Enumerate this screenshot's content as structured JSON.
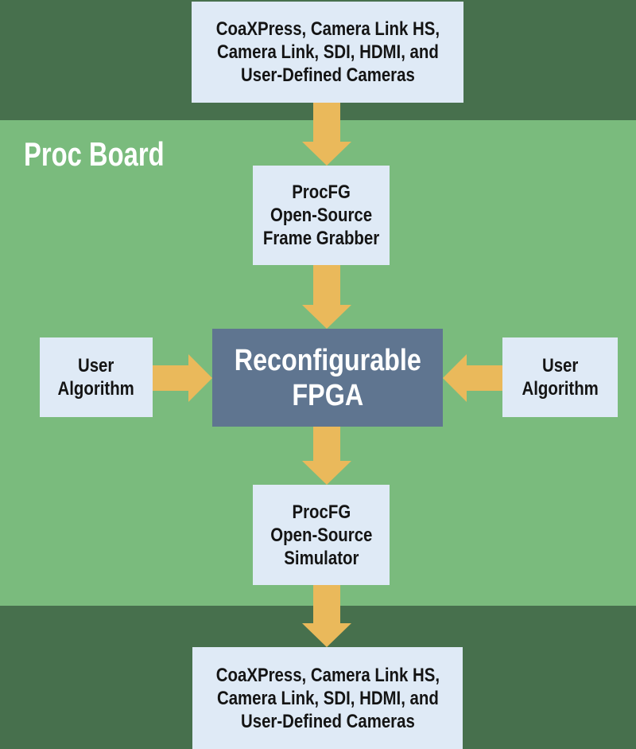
{
  "region": {
    "label": "Proc Board"
  },
  "boxes": {
    "cameras_top": {
      "lines": [
        "CoaXPress, Camera Link HS,",
        "Camera Link, SDI, HDMI, and",
        "User-Defined Cameras"
      ]
    },
    "frame_grabber": {
      "lines": [
        "ProcFG",
        "Open-Source",
        "Frame Grabber"
      ]
    },
    "user_algorithm_left": {
      "lines": [
        "User",
        "Algorithm"
      ]
    },
    "fpga": {
      "lines": [
        "Reconfigurable",
        "FPGA"
      ]
    },
    "user_algorithm_right": {
      "lines": [
        "User",
        "Algorithm"
      ]
    },
    "simulator": {
      "lines": [
        "ProcFG",
        "Open-Source",
        "Simulator"
      ]
    },
    "cameras_bottom": {
      "lines": [
        "CoaXPress, Camera Link HS,",
        "Camera Link, SDI, HDMI, and",
        "User-Defined Cameras"
      ]
    }
  },
  "colors": {
    "dark_green": "#47704d",
    "light_green": "#7abb7d",
    "box_blue": "#dfeaf6",
    "fpga_slate": "#5f7590",
    "arrow_orange": "#eab95b",
    "text_dark": "#141414",
    "text_white": "#ffffff"
  }
}
